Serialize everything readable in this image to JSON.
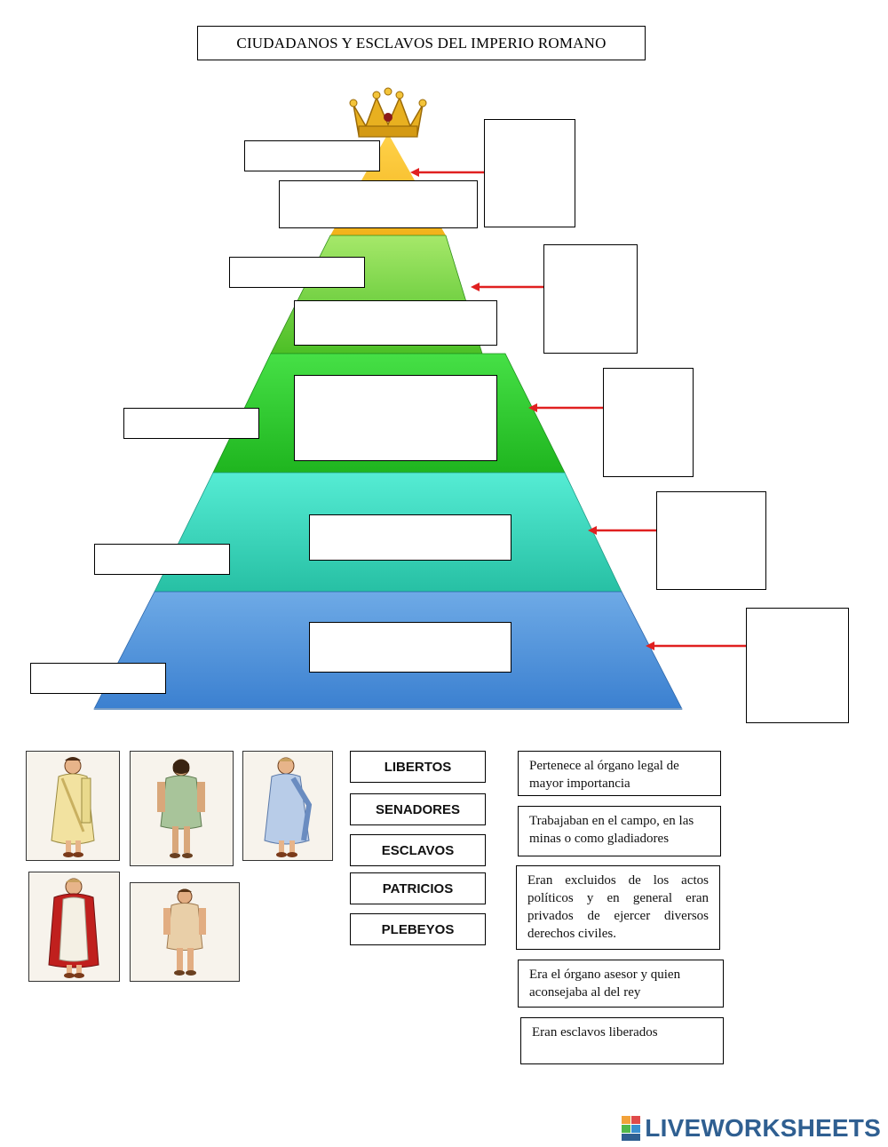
{
  "title": "CIUDADANOS Y ESCLAVOS DEL IMPERIO ROMANO",
  "pyramid": {
    "levels": [
      {
        "color_top": "#ffd24a",
        "color_bottom": "#f2b21a"
      },
      {
        "color_top": "#9fe35e",
        "color_bottom": "#52c22a"
      },
      {
        "color_top": "#3edc3e",
        "color_bottom": "#22b922"
      },
      {
        "color_top": "#49e6cc",
        "color_bottom": "#2bc3a8"
      },
      {
        "color_top": "#6aa6e4",
        "color_bottom": "#3f84d3"
      }
    ],
    "crown_icon": "crown-icon",
    "arrow_color": "#e02020"
  },
  "word_bank": [
    "LIBERTOS",
    "SENADORES",
    "ESCLAVOS",
    "PATRICIOS",
    "PLEBEYOS"
  ],
  "descriptions": [
    "Pertenece al órgano legal de mayor importancia",
    "Trabajaban en el campo, en las minas o como gladiadores",
    "Eran excluidos de los actos políticos y en general eran privados de ejercer diversos derechos civiles.",
    "Era el órgano asesor  y quien aconsejaba al del rey",
    "Eran esclavos liberados"
  ],
  "images": [
    "figure-toga-yellow",
    "figure-tunic-green",
    "figure-toga-blue",
    "figure-toga-red",
    "figure-tunic-beige"
  ],
  "logo": {
    "text": "LIVEWORKSHEETS",
    "icon": "liveworksheets-logo-icon"
  }
}
